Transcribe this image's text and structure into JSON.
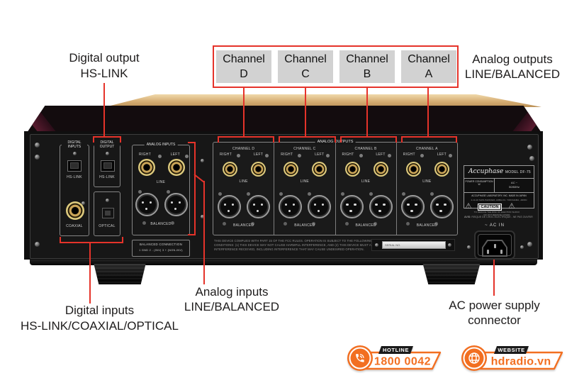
{
  "callouts": {
    "digital_output": [
      "Digital output",
      "HS-LINK"
    ],
    "analog_outputs": [
      "Analog outputs",
      "LINE/BALANCED"
    ],
    "digital_inputs": [
      "Digital inputs",
      "HS-LINK/COAXIAL/OPTICAL"
    ],
    "analog_inputs": [
      "Analog inputs",
      "LINE/BALANCED"
    ],
    "ac_power": [
      "AC power supply",
      "connector"
    ],
    "channel_word": "Channel",
    "channel_letters": [
      "D",
      "C",
      "B",
      "A"
    ]
  },
  "panel": {
    "digital": {
      "inputs_title": "DIGITAL INPUTS",
      "output_title": "DIGITAL OUTPUT",
      "hs_link": "HS-LINK",
      "coaxial": "COAXIAL",
      "optical": "OPTICAL"
    },
    "analog_inputs": {
      "title": "ANALOG INPUTS",
      "right": "RIGHT",
      "left": "LEFT",
      "line": "LINE",
      "balanced": "BALANCED",
      "balanced_connection_title": "BALANCED CONNECTION",
      "balanced_connection_pins": "1 GND   2 - (INV)   3 + (NON-INV)"
    },
    "analog_outputs": {
      "title": "ANALOG OUTPUTS",
      "right": "RIGHT",
      "left": "LEFT",
      "line": "LINE",
      "balanced": "BALANCED",
      "channels": [
        "CHANNEL D",
        "CHANNEL C",
        "CHANNEL B",
        "CHANNEL A"
      ]
    },
    "fcc_lines": [
      "THIS DEVICE COMPLIES WITH PART 15 OF THE FCC RULES. OPERATION IS SUBJECT TO THE FOLLOWING TWO",
      "CONDITIONS: (1) THIS DEVICE MAY NOT CAUSE HARMFUL INTERFERENCE, AND (2) THIS DEVICE MUST ACCEPT ANY",
      "INTERFERENCE RECEIVED, INCLUDING INTERFERENCE THAT MAY CAUSE UNDESIRED OPERATION."
    ],
    "serial_label": "SERIAL NO.",
    "nameplate": {
      "brand": "Accuphase",
      "model": "MODEL DF-75",
      "power_label": "POWER CONSUMPTION",
      "power_value": "W",
      "ac_label": "AC ~",
      "freq": "50/60Hz",
      "maker": "ACCUPHASE LABORATORY, INC.  MADE IN JAPAN",
      "address": "2-14-10 SHIN-ISHIKAWA, AOBA-KU, YOKOHAMA, JAPAN"
    },
    "caution": {
      "title": "CAUTION",
      "line1": "TO REDUCE THE RISK OF ELECTRIC SHOCK",
      "line2": "DO NOT REMOVE COVER",
      "avis": "AVIS:",
      "avis_text": "RISQUE DE CHOC ELECTRIQUE - NE PAS OUVRIR"
    },
    "ac_in": "~ AC IN"
  },
  "badges": {
    "hotline": {
      "tag": "HOTLINE",
      "value": "1800 0042"
    },
    "website": {
      "tag": "WEBSITE",
      "value": "hdradio.vn"
    }
  },
  "colors": {
    "annotation_red": "#e5332a",
    "badge_orange": "#f26f21",
    "channel_box_gray": "#d2d2d2",
    "wood": "#d6ae74"
  }
}
